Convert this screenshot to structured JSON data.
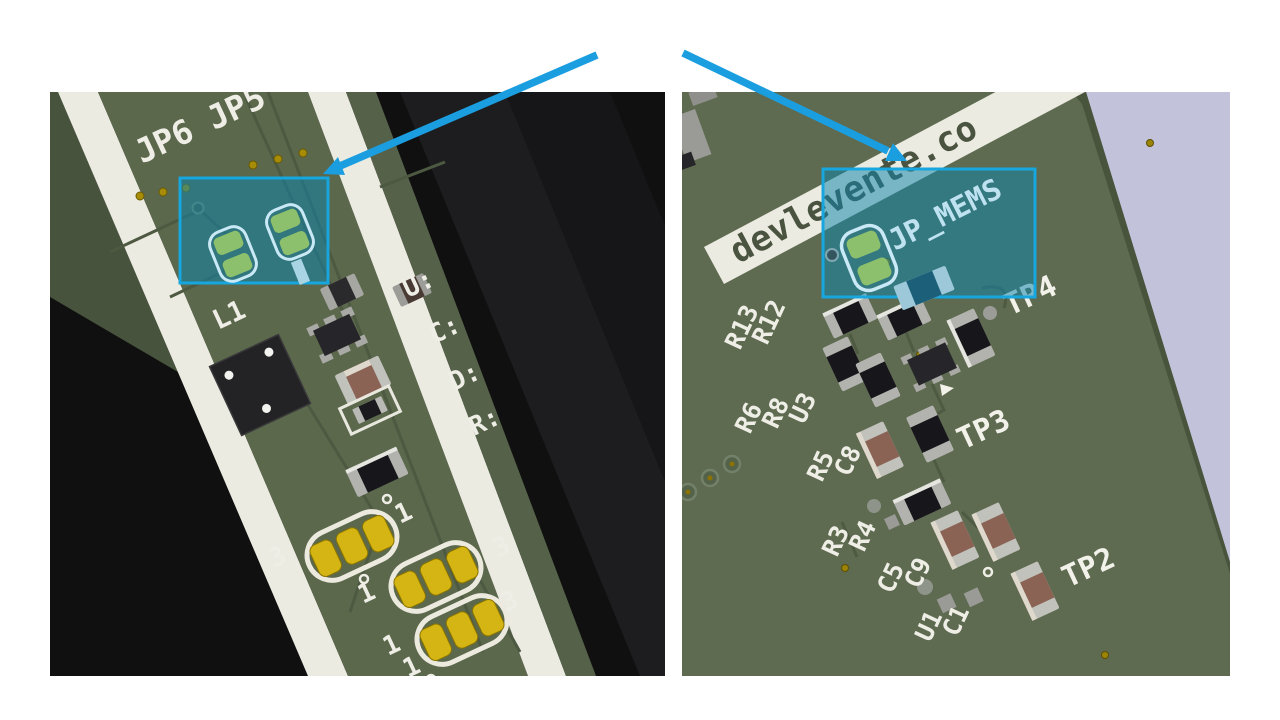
{
  "annotation": {
    "arrow_color": "#1b9ee0",
    "highlight_border_color": "#17a6dd",
    "highlight_fill_color": "rgba(14,134,172,0.52)"
  },
  "left_board": {
    "header_label": "JP6 JP5",
    "inductor_label": "L1",
    "edge_refs": {
      "ref1": "U:",
      "ref2": "C:",
      "ref3": "D:",
      "ref4": "R:"
    },
    "jumpers": [
      {
        "pin1": "1",
        "pin3": "3"
      },
      {
        "pin1": "1",
        "pin3": "3"
      },
      {
        "pin1": "1",
        "pin3": "3"
      }
    ],
    "bottom_pin_label": "1"
  },
  "right_board": {
    "brand_text": "devlevente.co",
    "highlight_label": "JP_MEMS",
    "testpoint_tp4": "TP4",
    "testpoint_tp3": "TP3",
    "testpoint_tp2": "TP2",
    "refs": {
      "r13": "R13",
      "r12": "R12",
      "r6": "R6",
      "r8": "R8",
      "u3": "U3",
      "r5": "R5",
      "c8": "C8",
      "r3": "R3",
      "r4": "R4",
      "c5": "C5",
      "c9": "C9",
      "u1": "U1",
      "c1": "C1"
    }
  },
  "colors": {
    "pcb_green": "#5b684c",
    "pcb_trace_green": "#4d5941",
    "silkscreen_white": "#ecebe2",
    "pad_gold": "#d5b513",
    "jumper_pad_green": "#8cc06d",
    "jumper_outline_blue": "#c9e9f6",
    "render_background_left": "#121212",
    "render_background_right": "#c2c2da",
    "brand_text_color": "#49533f"
  }
}
